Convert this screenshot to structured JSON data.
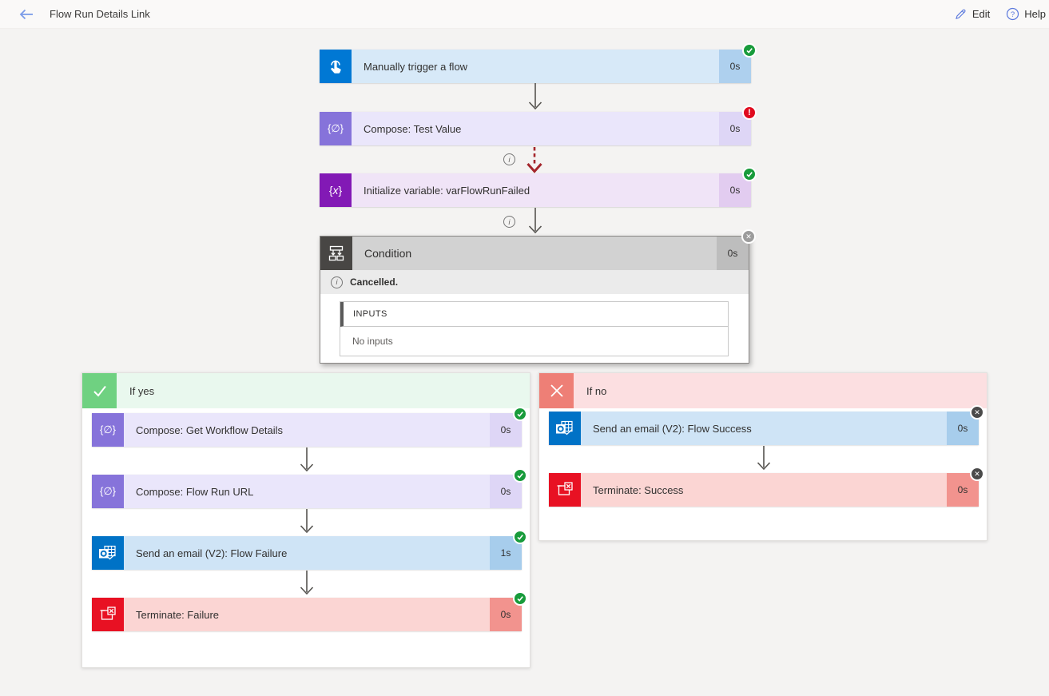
{
  "header": {
    "title": "Flow Run Details Link",
    "edit_label": "Edit",
    "help_label": "Help",
    "icons": {
      "back": "left-arrow-icon",
      "edit": "pencil-icon",
      "help": "question-circle-icon"
    }
  },
  "colors": {
    "accent_blue": "#0078d4",
    "success_green": "#189b3b",
    "error_red": "#e00b1e",
    "cancelled_dark_gray": "#4a4a4a",
    "cancelled_light_gray": "#9c9c9c",
    "compose_purple": "#8673da",
    "variable_purple": "#8219b5",
    "condition_gray": "#484644",
    "outlook_blue": "#0072c6",
    "terminate_red": "#e81123",
    "if_yes_green": "#6fd181",
    "if_no_salmon": "#ee7f76",
    "dashed_arrow_red": "#a4262c"
  },
  "flow": {
    "trigger": {
      "label": "Manually trigger a flow",
      "duration": "0s",
      "status": "succeeded",
      "icon": "manual-trigger-tap-icon"
    },
    "compose_test": {
      "label": "Compose: Test Value",
      "duration": "0s",
      "status": "failed",
      "icon": "compose-braces-icon",
      "glyph": "{∅}"
    },
    "init_variable": {
      "label": "Initialize variable: varFlowRunFailed",
      "duration": "0s",
      "status": "succeeded",
      "icon": "variable-braces-x-icon",
      "glyph_open": "{",
      "glyph_x": "x",
      "glyph_close": "}"
    },
    "condition": {
      "label": "Condition",
      "duration": "0s",
      "status": "cancelled",
      "status_message": "Cancelled.",
      "inputs_title": "INPUTS",
      "inputs_empty": "No inputs",
      "icon": "condition-branch-icon"
    },
    "if_yes": {
      "label": "If yes",
      "icon": "checkmark-icon",
      "nodes": [
        {
          "label": "Compose: Get Workflow Details",
          "duration": "0s",
          "status": "succeeded",
          "icon": "compose-braces-icon",
          "glyph": "{∅}"
        },
        {
          "label": "Compose: Flow Run URL",
          "duration": "0s",
          "status": "succeeded",
          "icon": "compose-braces-icon",
          "glyph": "{∅}"
        },
        {
          "label": "Send an email (V2): Flow Failure",
          "duration": "1s",
          "status": "succeeded",
          "icon": "outlook-icon"
        },
        {
          "label": "Terminate: Failure",
          "duration": "0s",
          "status": "succeeded",
          "icon": "terminate-icon"
        }
      ]
    },
    "if_no": {
      "label": "If no",
      "icon": "x-icon",
      "nodes": [
        {
          "label": "Send an email (V2): Flow Success",
          "duration": "0s",
          "status": "cancelled",
          "icon": "outlook-icon"
        },
        {
          "label": "Terminate: Success",
          "duration": "0s",
          "status": "cancelled",
          "icon": "terminate-icon"
        }
      ]
    },
    "badge_glyphs": {
      "error": "!",
      "cancel": "✕"
    }
  }
}
